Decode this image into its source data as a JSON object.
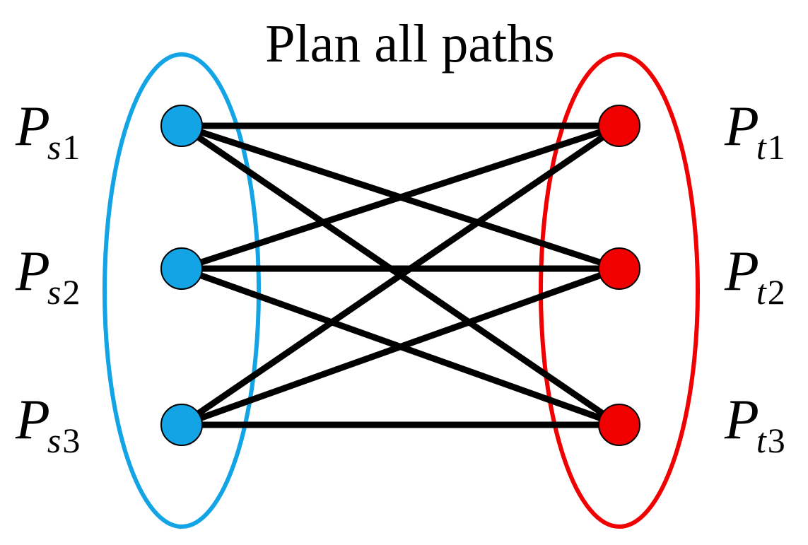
{
  "title": "Plan all paths",
  "colors": {
    "source": "#12a4e4",
    "target": "#f00000",
    "edge": "#000000",
    "node_stroke": "#000000"
  },
  "sources": [
    {
      "id": "s1",
      "main": "P",
      "sub_letter": "s",
      "sub_num": "1"
    },
    {
      "id": "s2",
      "main": "P",
      "sub_letter": "s",
      "sub_num": "2"
    },
    {
      "id": "s3",
      "main": "P",
      "sub_letter": "s",
      "sub_num": "3"
    }
  ],
  "targets": [
    {
      "id": "t1",
      "main": "P",
      "sub_letter": "t",
      "sub_num": "1"
    },
    {
      "id": "t2",
      "main": "P",
      "sub_letter": "t",
      "sub_num": "2"
    },
    {
      "id": "t3",
      "main": "P",
      "sub_letter": "t",
      "sub_num": "3"
    }
  ],
  "edges": [
    [
      "s1",
      "t1"
    ],
    [
      "s1",
      "t2"
    ],
    [
      "s1",
      "t3"
    ],
    [
      "s2",
      "t1"
    ],
    [
      "s2",
      "t2"
    ],
    [
      "s2",
      "t3"
    ],
    [
      "s3",
      "t1"
    ],
    [
      "s3",
      "t2"
    ],
    [
      "s3",
      "t3"
    ]
  ]
}
